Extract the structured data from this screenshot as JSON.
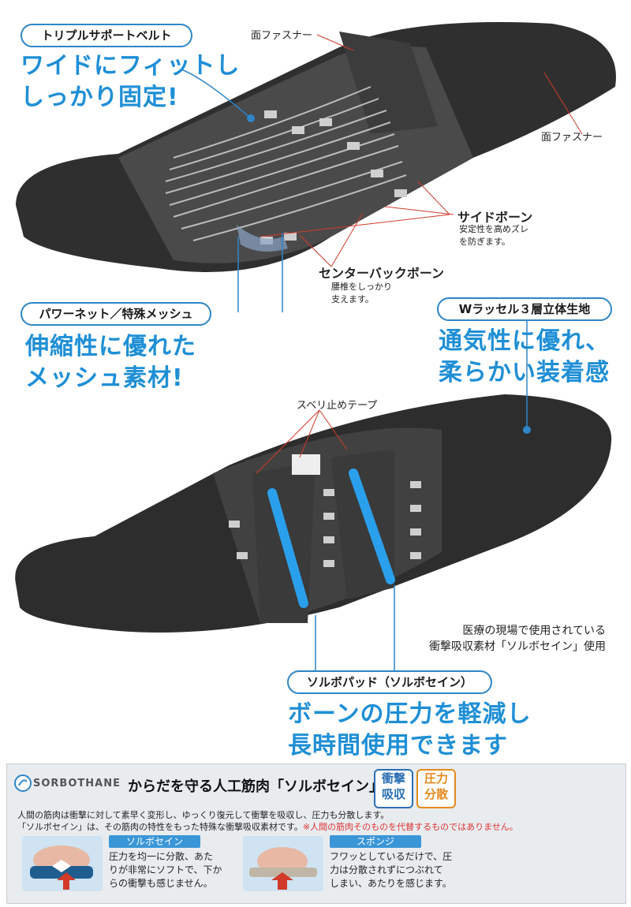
{
  "top": {
    "pill_triple": "トリプルサポートベルト",
    "headline_wide": [
      "ワイドにフィットし",
      "しっかり固定!"
    ],
    "label_velcro_1": "面ファスナー",
    "label_velcro_2": "面ファスナー",
    "label_side_bone": "サイドボーン",
    "side_bone_desc": [
      "安定性を高めズレ",
      "を防ぎます。"
    ],
    "label_center_bone": "センターバックボーン",
    "center_bone_desc": [
      "腰椎をしっかり",
      "支えます。"
    ],
    "pill_mesh": "パワーネット／特殊メッシュ",
    "headline_mesh": [
      "伸縮性に優れた",
      "メッシュ素材!"
    ],
    "pill_raschel": "Wラッセル３層立体生地",
    "headline_raschel": [
      "通気性に優れ、",
      "柔らかい装着感"
    ]
  },
  "bottom": {
    "label_tape": "スベリ止めテープ",
    "note_medical": [
      "医療の現場で使用されている",
      "衝撃吸収素材「ソルボセイン」使用"
    ],
    "pill_sorbo": "ソルボパッド（ソルボセイン）",
    "headline_sorbo": [
      "ボーンの圧力を軽減し",
      "長時間使用できます"
    ]
  },
  "sorbothane_box": {
    "brand": "SORBOTHANE",
    "title": "からだを守る人工筋肉「ソルボセイン」",
    "stamp_1": [
      "衝撃",
      "吸収"
    ],
    "stamp_2": [
      "圧力",
      "分散"
    ],
    "desc_1": "人間の筋肉は衝撃に対して素早く変形し、ゆっくり復元して衝撃を吸収し、圧力も分散します。",
    "desc_2": "「ソルボセイン」は、その筋肉の特性をもった特殊な衝撃吸収素材です。",
    "desc_2_red": "※人間の筋肉そのものを代替するものではありません。",
    "sorbo_label": "ソルボセイン",
    "sorbo_text": [
      "圧力を均一に分散、あた",
      "りが非常にソフトで、下か",
      "らの衝撃も感じません。"
    ],
    "sponge_label": "スポンジ",
    "sponge_text": [
      "フワッとしているだけで、圧",
      "力は分散されずにつぶれて",
      "しまい、あたりを感じます。"
    ]
  },
  "colors": {
    "accent_blue": "#1f8fd6",
    "pill_border": "#2e86c9",
    "leader_red": "#d23b2a",
    "stamp_blue": "#2b6fb3",
    "stamp_orange": "#e58a1f"
  }
}
